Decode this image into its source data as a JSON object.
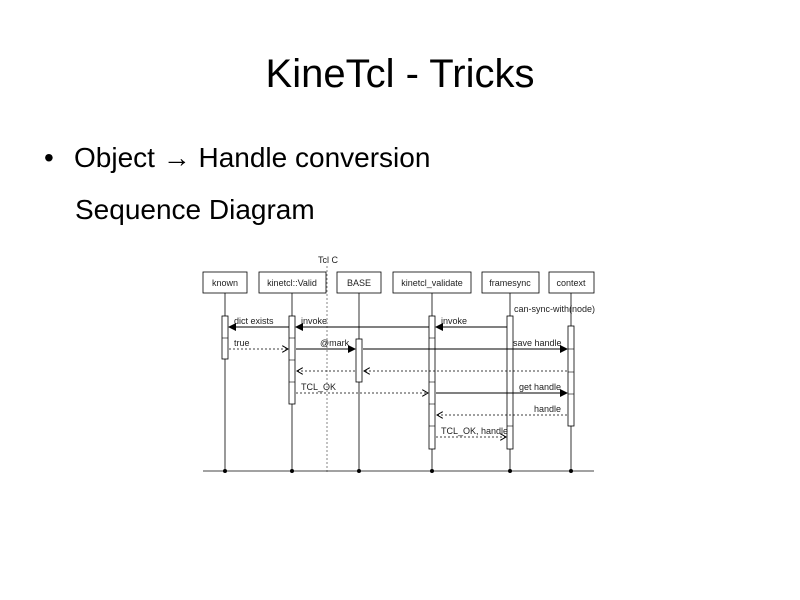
{
  "slide": {
    "title": "KineTcl - Tricks",
    "bullet": {
      "glyph": "•",
      "text": "Object → Handle conversion"
    },
    "subheading": "Sequence Diagram"
  },
  "diagram": {
    "boundary_label": "Tcl C",
    "participants": [
      "known",
      "kinetcl::Valid",
      "BASE",
      "kinetcl_validate",
      "framesync",
      "context"
    ],
    "messages": [
      "can-sync-with(node)",
      "dict exists",
      "invoke",
      "invoke",
      "true",
      "@mark",
      "save handle",
      "TCL_OK",
      "get handle",
      "handle",
      "TCL_OK, handle"
    ]
  }
}
